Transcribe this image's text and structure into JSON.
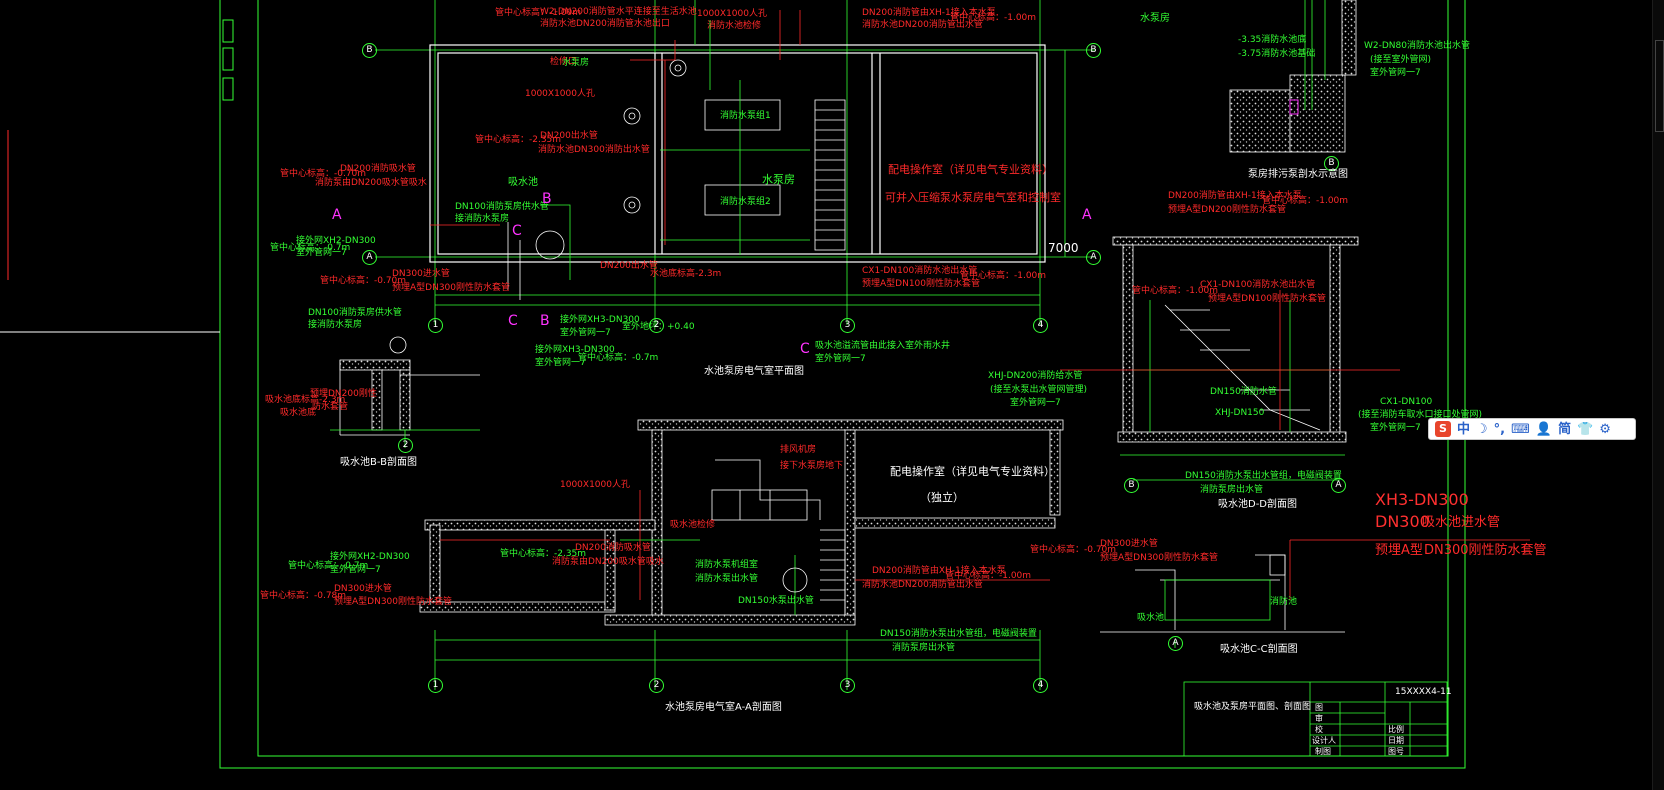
{
  "labels": {
    "wq_top": "W2-DN200消防管水平连接至生活水池",
    "wq_top2": "消防水池DN200消防管水池出口",
    "manhole1": "1000X1000人孔",
    "manhole1b": "消防水池检修",
    "dn200_in": "DN200消防管由XH-1接入本水泵",
    "dn200_in2": "消防水池DN200消防管出水管",
    "depth_top": "管中心标高：-1.00m",
    "depth_top_left": "管中心标高：-1.00m",
    "pump_room_room": "水泵房",
    "access": "检修口",
    "hole1000": "1000X1000人孔",
    "dn200_suck": "DN200消防吸水管",
    "dn200_suck2": "消防泵由DN200吸水管吸水",
    "level_235": "管中心标高：-2.35m",
    "dn200_top": "DN200出水管",
    "dn200_top2": "消防水池DN300消防出水管",
    "level_07": "管中心标高：-0.70m",
    "dn100": "DN100消防泵房供水管",
    "dn100b": "接消防水泵房",
    "xh2": "接外网XH2-DN300",
    "xh2b": "室外管网一7",
    "level_07b": "管中心标高：-0.7m",
    "level_070": "管中心标高：-0.70m",
    "dn300": "DN300进水管",
    "dn300b": "预埋A型DN300刚性防水套管",
    "suck_well": "吸水池",
    "pump_room": "水泵房",
    "pump1": "消防水泵组1",
    "pump2": "消防水泵组2",
    "elec_room": "配电操作室（详见电气专业资料）",
    "elec_room2": "可并入压缩泵水泵房电气室和控制室",
    "dn200_note": "DN200出水管",
    "level_23": "水池底标高-2.3m",
    "cx": "CX1-DN100消防水池出水管",
    "cx2": "预埋A型DN100刚性防水套管",
    "depth_right": "管中心标高：-1.00m",
    "xh3": "接外网XH3-DN300",
    "xh3b": "室外管网一7",
    "xh3c": "接外网XH3-DN300",
    "xh3d": "室外管网一7",
    "level_04": "室外地坪：+0.40",
    "level_07c": "管中心标高：-0.7m",
    "overflow": "吸水池溢流管由此接入室外雨水井",
    "overflow2": "室外管网一7",
    "ymark": "水泵房",
    "yl1": "-3.35消防水池底",
    "yl2": "-3.75消防水池基础",
    "w2": "W2-DN80消防水池出水管",
    "w2b": "(接至室外管网)",
    "w2c": "室外管网一7",
    "dn200r": "DN200消防管由XH-1接入本水泵",
    "dn200r2": "预埋A型DN200刚性防水套管",
    "lvr": "管中心标高：-1.00m",
    "cx_d": "CX1-DN100消防水池出水管",
    "cx_d2": "预埋A型DN100刚性防水套管",
    "lvd": "管中心标高：-1.00m",
    "xhj": "XHJ-DN200消防给水管",
    "xhj2": "(接至水泵出水管网管理)",
    "xhj3": "室外管网一7",
    "dn150": "DN150消防水管",
    "xhj_dn150": "XHJ-DN150",
    "cx_r": "CX1-DN100",
    "cx_r2": "(接至消防车取水口接口处管网)",
    "cx_r3": "室外管网一7",
    "dn150_bot": "DN150消防水泵出水管",
    "dn150_bot2": "消防泵房出水管",
    "dn150_a": "DN150消防水泵出水管组，电磁阀装置",
    "dn150_a2": "消防泵房出水管",
    "big1": "XH3-DN300",
    "big2": "DN300",
    "big2b": "吸水池进水管",
    "big3": "预埋A型",
    "big3b": "DN300刚性防水套管",
    "dn300c": "DN300进水管",
    "dn300c2": "预埋A型DN300刚性防水套管",
    "suck_c": "吸水池",
    "consume_c": "消防池",
    "level_070c": "管中心标高：-0.70m",
    "s_aa_l1": "排风机房",
    "s_aa_l2": "接下水泵房地下",
    "s_aa_elec": "配电操作室（详见电气专业资料）",
    "s_aa_elec2": "（独立）",
    "s_aa_hole": "1000X1000人孔",
    "s_aa_suck": "吸水池检修",
    "s_aa_pump": "消防水泵机组室",
    "s_aa_pump2": "消防水泵出水管",
    "s_aa_lvl": "管中心标高：-2.35m",
    "s_aa_dn200": "DN200消防吸水管",
    "s_aa_dn200b": "消防泵由DN200吸水管吸水",
    "s_aa_dn200r": "DN200消防管由XH-1接入本水泵",
    "s_aa_dn200r2": "消防水池DN200消防管出水管",
    "s_aa_lvlr": "管中心标高：-1.00m",
    "s_aa_xh2": "接外网XH2-DN300",
    "s_aa_xh2b": "室外管网一7",
    "s_aa_lvl07": "管中心标高：-0.7m",
    "s_aa_lvl078": "管中心标高：-0.78m",
    "s_aa_dn300": "DN300进水管",
    "s_aa_dn300b": "预埋A型DN300刚性防水套管",
    "s_aa_dn150": "DN150水泵出水管",
    "s_aa_bot1": "DN150消防水泵出水管组，电磁阀装置",
    "s_aa_bot2": "消防泵房出水管",
    "bb_dn100": "DN100消防泵房供水管",
    "bb_dn100b": "接消防水泵房",
    "bb_dn200": "预埋DN200刚性",
    "bb_dn200b": "防水套管",
    "bb_lvl": "吸水池底标高-2.3m",
    "bb_lvl2": "吸水池底",
    "sep1": "A",
    "sep2": "A",
    "sep3": "B",
    "sep4": "C",
    "sep5": "C",
    "sep6": "B",
    "sep7": "C",
    "dim7000": "7000",
    "ax1": "1",
    "ax2": "2",
    "ax3": "3",
    "ax4": "4",
    "axA": "A",
    "axB": "B",
    "title_plan": "水池泵房电气室平面图",
    "title_aa": "水池泵房电气室A-A剖面图",
    "title_bb": "吸水池B-B剖面图",
    "title_dd": "吸水池D-D剖面图",
    "title_cc": "吸水池C-C剖面图",
    "title_detail": "泵房排污泵剖水示意图",
    "tb_name": "吸水池及泵房平面图、剖面图",
    "tb_code": "15XXXX4-11",
    "tb_r1": "图",
    "tb_r2": "审",
    "tb_r3": "校",
    "tb_r4": "设计人",
    "tb_r5": "制图",
    "tb_c1": "比例",
    "tb_c2": "日期",
    "tb_c3": "图号"
  },
  "ime": {
    "logo": "S",
    "items": [
      "中",
      "☽",
      "°,",
      "⌨",
      "👤",
      "简",
      "👕",
      "⚙"
    ]
  },
  "colors": {
    "frame": "#33ff33",
    "wall": "#ffffff",
    "text_red": "#ff2a2a",
    "text_green": "#33ff33",
    "text_magenta": "#ff33ff"
  }
}
